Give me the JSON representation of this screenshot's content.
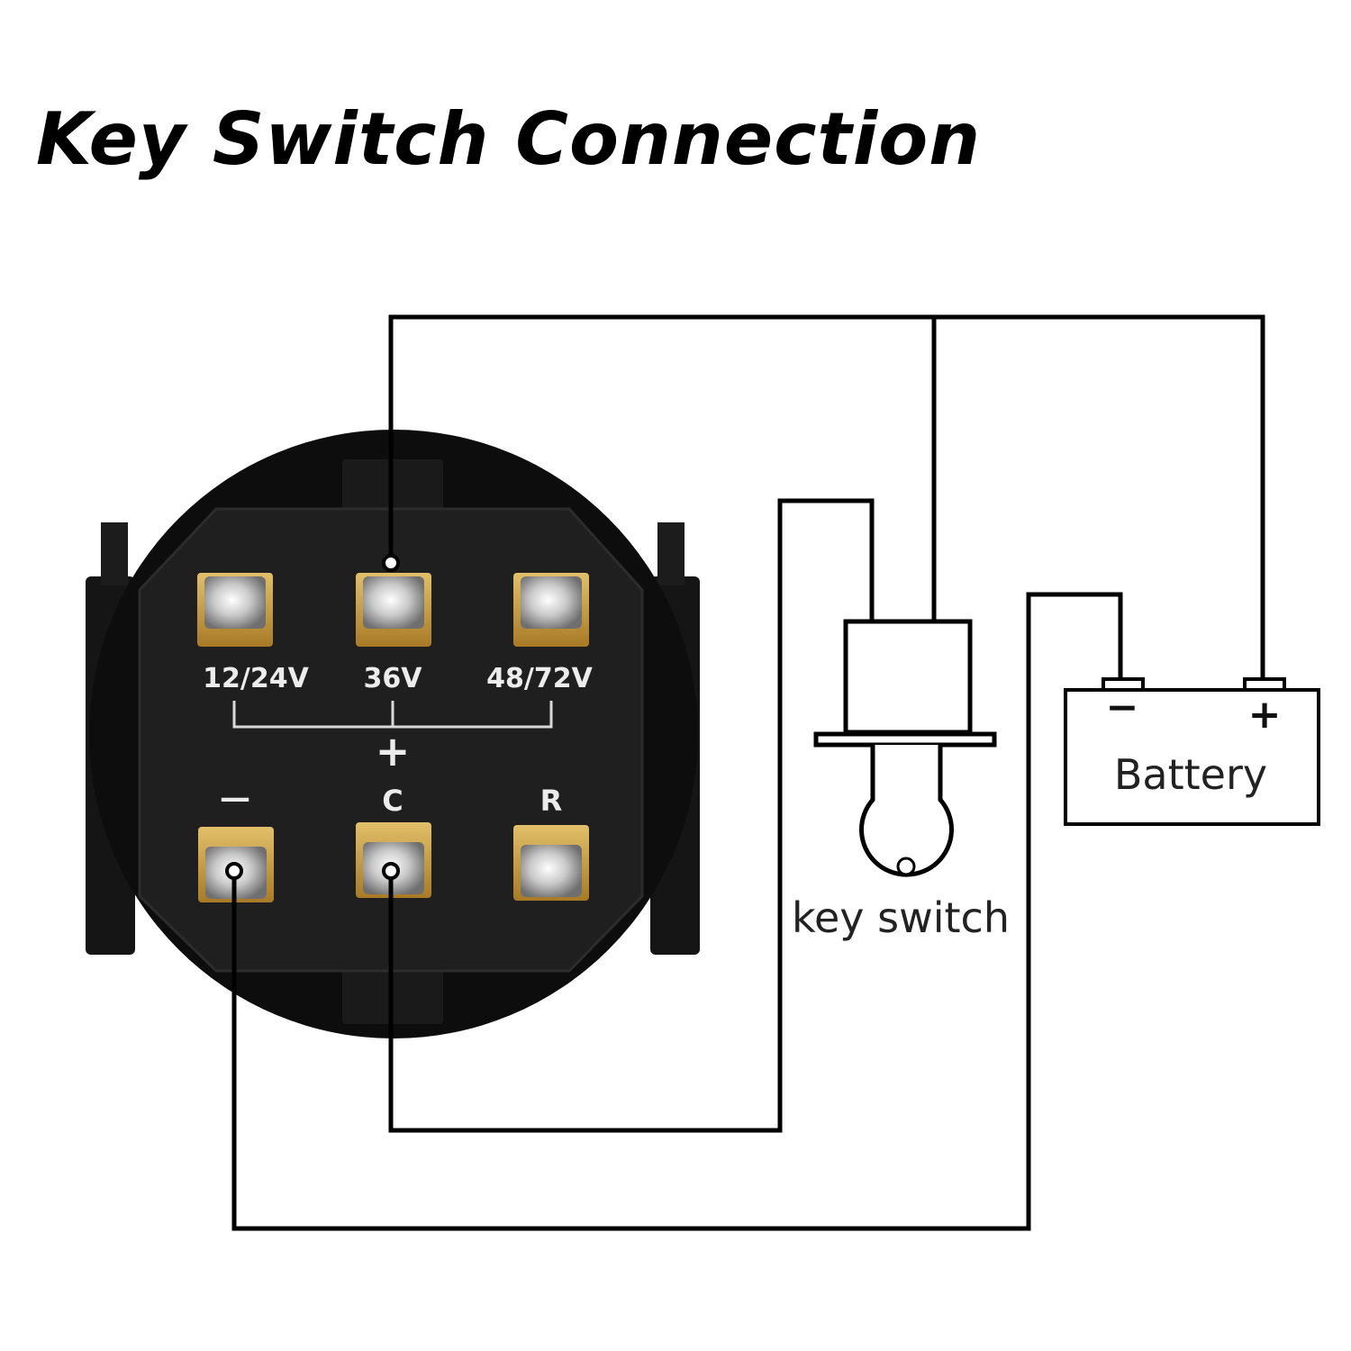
{
  "title": "Key Switch Connection",
  "meter": {
    "top_labels": [
      "12/24V",
      "36V",
      "48/72V"
    ],
    "plus_label": "+",
    "bottom_labels": [
      "—",
      "C",
      "R"
    ]
  },
  "key_switch": {
    "label": "key switch"
  },
  "battery": {
    "label": "Battery",
    "neg_sign": "−",
    "pos_sign": "+"
  },
  "colors": {
    "terminal_gold": "#c99a3c",
    "housing": "#0e0e0e",
    "wire": "#000000"
  }
}
